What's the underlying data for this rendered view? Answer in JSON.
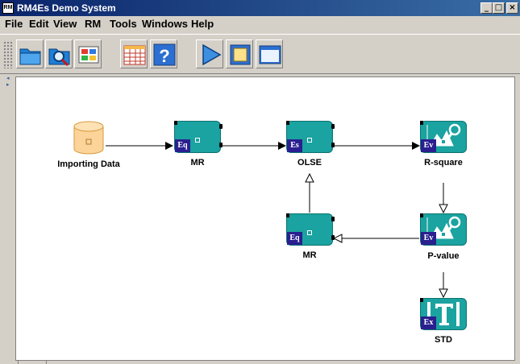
{
  "window": {
    "title": "RM4Es Demo System",
    "icon_text": "RM",
    "controls": {
      "minimize": "_",
      "maximize": "□",
      "close": "×"
    }
  },
  "menu": [
    {
      "label": "File"
    },
    {
      "label": "Edit"
    },
    {
      "label": "View"
    },
    {
      "label": "RM"
    },
    {
      "label": "Tools"
    },
    {
      "label": "Windows"
    },
    {
      "label": "Help"
    }
  ],
  "toolbar": {
    "buttons": [
      {
        "icon": "open-folder-icon"
      },
      {
        "icon": "search-folder-icon"
      },
      {
        "icon": "dashboard-icon"
      },
      {
        "icon": "table-icon"
      },
      {
        "icon": "help-icon",
        "glyph": "?"
      },
      {
        "icon": "run-icon"
      },
      {
        "icon": "stop-icon"
      },
      {
        "icon": "window-icon"
      }
    ]
  },
  "nodes": [
    {
      "id": "importing",
      "label": "Importing Data",
      "kind": "data",
      "color": "#fcd49a"
    },
    {
      "id": "mr1",
      "label": "MR",
      "tag": "Eq",
      "kind": "teal"
    },
    {
      "id": "olse",
      "label": "OLSE",
      "tag": "Es",
      "kind": "teal"
    },
    {
      "id": "rsquare",
      "label": "R-square",
      "tag": "Ev",
      "kind": "eval"
    },
    {
      "id": "pvalue",
      "label": "P-value",
      "tag": "Ev",
      "kind": "eval"
    },
    {
      "id": "mr2",
      "label": "MR",
      "tag": "Eq",
      "kind": "teal"
    },
    {
      "id": "std",
      "label": "STD",
      "tag": "Ex",
      "kind": "explain"
    }
  ],
  "edges": [
    {
      "from": "importing",
      "to": "mr1"
    },
    {
      "from": "mr1",
      "to": "olse"
    },
    {
      "from": "olse",
      "to": "rsquare"
    },
    {
      "from": "rsquare",
      "to": "pvalue"
    },
    {
      "from": "pvalue",
      "to": "mr2"
    },
    {
      "from": "mr2",
      "to": "olse"
    },
    {
      "from": "pvalue",
      "to": "std"
    }
  ],
  "colors": {
    "teal": "#1aa3a0",
    "tag": "#2a1f8f",
    "canvas": "#ffffff",
    "chrome": "#d4d0c8"
  }
}
